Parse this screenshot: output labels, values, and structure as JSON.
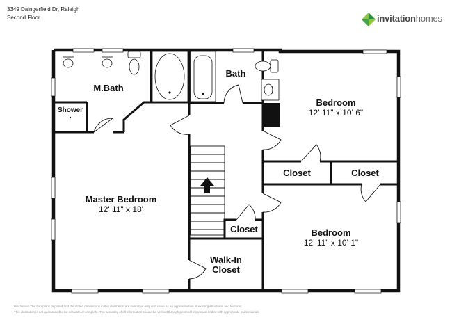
{
  "header": {
    "address": "3349 Daingerfield Dr, Raleigh",
    "floor": "Second Floor"
  },
  "brand": {
    "name_bold": "invitation",
    "name_light": "homes",
    "colors": {
      "green_dark": "#2e8b3e",
      "green_light": "#8cc63f",
      "wall": "#111111"
    }
  },
  "rooms": {
    "mbath": {
      "label": "M.Bath"
    },
    "shower": {
      "label": "Shower"
    },
    "bath": {
      "label": "Bath"
    },
    "bedroom_top": {
      "label": "Bedroom",
      "dims": "12' 11\" x 10' 6\""
    },
    "closet_a": {
      "label": "Closet"
    },
    "closet_b": {
      "label": "Closet"
    },
    "master": {
      "label": "Master Bedroom",
      "dims": "12' 11\" x 18'"
    },
    "closet_small": {
      "label": "Closet"
    },
    "walkin": {
      "label_line1": "Walk-In",
      "label_line2": "Closet"
    },
    "bedroom_bottom": {
      "label": "Bedroom",
      "dims": "12' 11\" x 10' 1\""
    }
  },
  "disclaimer": {
    "line1": "Disclaimer: The floorplans depicted and the stated dimensions in this illustration are indicative only and serve as an approximation of existing structures and features.",
    "line2": "This illustration is not guaranteed to be accurate or complete. The accuracy of all information should be verified through personal inspection and/or with appropriate professionals."
  }
}
